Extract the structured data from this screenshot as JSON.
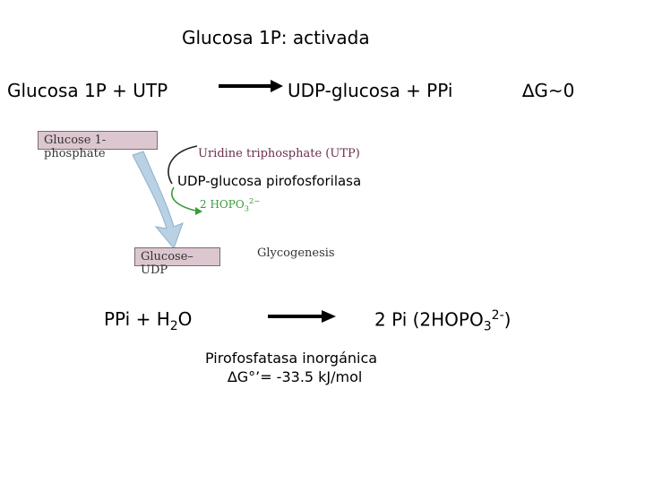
{
  "title": "Glucosa 1P: activada",
  "reaction1": {
    "left": "Glucosa 1P + UTP",
    "right": "UDP-glucosa +  PPi",
    "delta_g": "∆G~0"
  },
  "figure": {
    "box_top": "Glucose 1-phosphate",
    "utp_label": "Uridine triphosphate (UTP)",
    "enzyme": "UDP-glucosa pirofosforilasa",
    "hopo_prefix": "2 HOPO",
    "hopo_sub": "3",
    "hopo_sup": "2−",
    "box_bottom": "Glucose–UDP",
    "glycogenesis": "Glycogenesis"
  },
  "reaction2": {
    "left_prefix": "PPi + H",
    "left_sub": "2",
    "left_suffix": "O",
    "right_prefix": "2 Pi  (2HOPO",
    "right_sub": "3",
    "right_sup": "2-",
    "right_suffix": ")"
  },
  "enzyme2": {
    "name": "Pirofosfatasa inorgánica",
    "delta_g": "∆G°’= -33.5 kJ/mol"
  },
  "colors": {
    "box_fill": "#dcc6cf",
    "utp_text": "#6b2d4e",
    "hopo_text": "#3c9a3c",
    "curved_arrow": "#b9d1e4"
  }
}
